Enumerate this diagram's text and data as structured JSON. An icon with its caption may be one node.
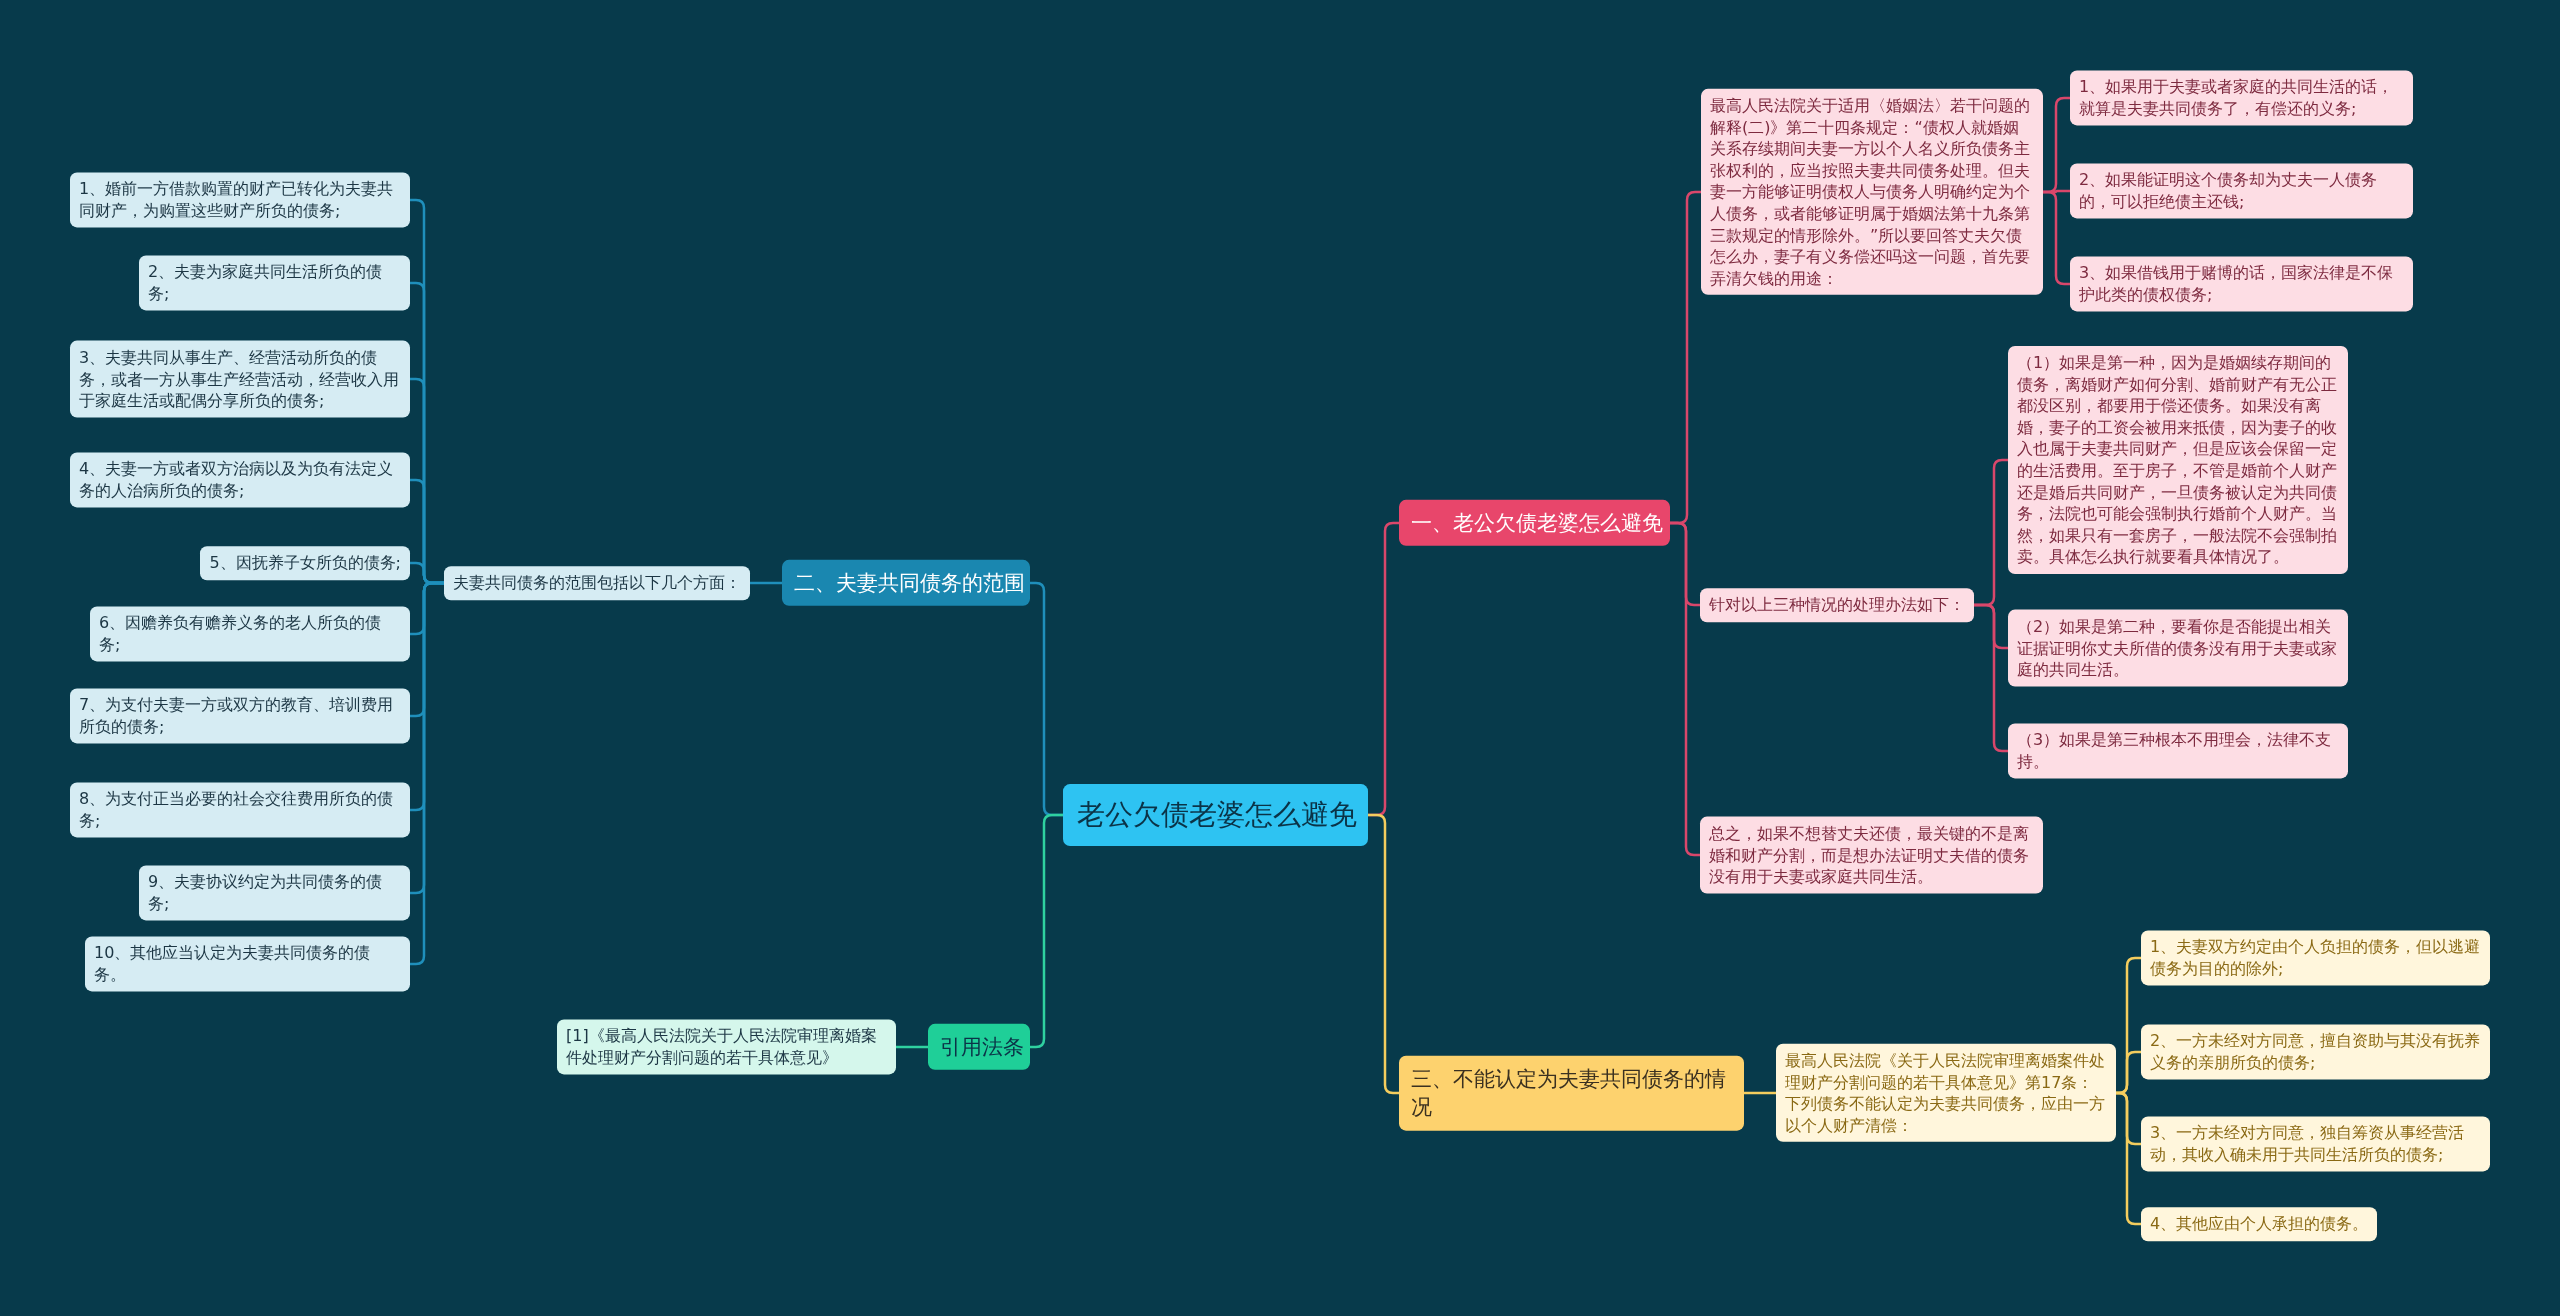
{
  "diagram": {
    "nodes": [
      {
        "text": [
          "老公欠债老婆怎么避免"
        ]
      },
      {
        "text": [
          "一、老公欠债老婆怎么避免"
        ]
      },
      {
        "text": [
          "最高人民法院关于适用〈婚姻法〉若干问题的解释(二)》第二十四条规定：“债权人就婚姻关系存续期间夫妻一方以个人名义所负债务主张权利的，应当按照夫妻共同债务处理。但夫妻一方能够证明债权人与债务人明确约定为个人债务，或者能够证明属于婚姻法第十九条第三款规定的情形除外。”所以要回答丈夫欠债怎么办，妻子有义务偿还吗这一问题，首先要弄清欠钱的用途："
        ]
      },
      {
        "text": [
          "1、如果用于夫妻或者家庭的共同生活的话，就算是夫妻共同债务了，有偿还的义务;"
        ]
      },
      {
        "text": [
          "2、如果能证明这个债务却为丈夫一人债务的，可以拒绝债主还钱;"
        ]
      },
      {
        "text": [
          "3、如果借钱用于赌博的话，国家法律是不保护此类的债权债务;"
        ]
      },
      {
        "text": [
          "针对以上三种情况的处理办法如下："
        ]
      },
      {
        "text": [
          "（1）如果是第一种，因为是婚姻续存期间的债务，离婚财产如何分割、婚前财产有无公正都没区别，都要用于偿还债务。如果没有离婚，妻子的工资会被用来抵债，因为妻子的收入也属于夫妻共同财产，但是应该会保留一定的生活费用。至于房子，不管是婚前个人财产还是婚后共同财产，一旦债务被认定为共同债务，法院也可能会强制执行婚前个人财产。当然，如果只有一套房子，一般法院不会强制拍卖。具体怎么执行就要看具体情况了。"
        ]
      },
      {
        "text": [
          "（2）如果是第二种，要看你是否能提出相关证据证明你丈夫所借的债务没有用于夫妻或家庭的共同生活。"
        ]
      },
      {
        "text": [
          "（3）如果是第三种根本不用理会，法律不支持。"
        ]
      },
      {
        "text": [
          "总之，如果不想替丈夫还债，最关键的不是离婚和财产分割，而是想办法证明丈夫借的债务没有用于夫妻或家庭共同生活。"
        ]
      },
      {
        "text": [
          "三、不能认定为夫妻共同债务的情况"
        ]
      },
      {
        "text": [
          "最高人民法院《关于人民法院审理离婚案件处理财产分割问题的若干具体意见》第17条：下列债务不能认定为夫妻共同债务，应由一方以个人财产清偿："
        ]
      },
      {
        "text": [
          "1、夫妻双方约定由个人负担的债务，但以逃避债务为目的的除外;"
        ]
      },
      {
        "text": [
          "2、一方未经对方同意，擅自资助与其没有抚养义务的亲朋所负的债务;"
        ]
      },
      {
        "text": [
          "3、一方未经对方同意，独自筹资从事经营活动，其收入确未用于共同生活所负的债务;"
        ]
      },
      {
        "text": [
          "4、其他应由个人承担的债务。"
        ]
      },
      {
        "text": [
          "二、夫妻共同债务的范围"
        ]
      },
      {
        "text": [
          "夫妻共同债务的范围包括以下几个方面："
        ]
      },
      {
        "text": [
          "1、婚前一方借款购置的财产已转化为夫妻共同财产，为购置这些财产所负的债务;"
        ]
      },
      {
        "text": [
          "2、夫妻为家庭共同生活所负的债务;"
        ]
      },
      {
        "text": [
          "3、夫妻共同从事生产、经营活动所负的债务，或者一方从事生产经营活动，经营收入用于家庭生活或配偶分享所负的债务;"
        ]
      },
      {
        "text": [
          "4、夫妻一方或者双方治病以及为负有法定义务的人治病所负的债务;"
        ]
      },
      {
        "text": [
          "5、因抚养子女所负的债务;"
        ]
      },
      {
        "text": [
          "6、因赡养负有赡养义务的老人所负的债务;"
        ]
      },
      {
        "text": [
          "7、为支付夫妻一方或双方的教育、培训费用所负的债务;"
        ]
      },
      {
        "text": [
          "8、为支付正当必要的社会交往费用所负的债务;"
        ]
      },
      {
        "text": [
          "9、夫妻协议约定为共同债务的债务;"
        ]
      },
      {
        "text": [
          "10、其他应当认定为夫妻共同债务的债务。"
        ]
      },
      {
        "text": [
          "引用法条"
        ]
      },
      {
        "text": [
          "[1]《最高人民法院关于人民法院审理离婚案件处理财产分割问题的若干具体意见》"
        ]
      }
    ],
    "edges": [
      {
        "from": 0,
        "to": 1,
        "arrow": "none",
        "color": "#d9476b"
      },
      {
        "from": 1,
        "to": 2,
        "arrow": "none",
        "color": "#d9476b"
      },
      {
        "from": 2,
        "to": 3,
        "arrow": "none",
        "color": "#d9476b"
      },
      {
        "from": 2,
        "to": 4,
        "arrow": "none",
        "color": "#d9476b"
      },
      {
        "from": 2,
        "to": 5,
        "arrow": "none",
        "color": "#d9476b"
      },
      {
        "from": 1,
        "to": 6,
        "arrow": "none",
        "color": "#d9476b"
      },
      {
        "from": 6,
        "to": 7,
        "arrow": "none",
        "color": "#d9476b"
      },
      {
        "from": 6,
        "to": 8,
        "arrow": "none",
        "color": "#d9476b"
      },
      {
        "from": 6,
        "to": 9,
        "arrow": "none",
        "color": "#d9476b"
      },
      {
        "from": 1,
        "to": 10,
        "arrow": "none",
        "color": "#d9476b"
      },
      {
        "from": 0,
        "to": 11,
        "arrow": "none",
        "color": "#f4cd5e"
      },
      {
        "from": 11,
        "to": 12,
        "arrow": "none",
        "color": "#f4cd5e"
      },
      {
        "from": 12,
        "to": 13,
        "arrow": "none",
        "color": "#f4cd5e"
      },
      {
        "from": 12,
        "to": 14,
        "arrow": "none",
        "color": "#f4cd5e"
      },
      {
        "from": 12,
        "to": 15,
        "arrow": "none",
        "color": "#f4cd5e"
      },
      {
        "from": 12,
        "to": 16,
        "arrow": "none",
        "color": "#f4cd5e"
      },
      {
        "from": 0,
        "to": 17,
        "arrow": "none"
      },
      {
        "from": 17,
        "to": 18,
        "arrow": "none"
      },
      {
        "from": 18,
        "to": 19,
        "arrow": "none"
      },
      {
        "from": 18,
        "to": 20,
        "arrow": "none"
      },
      {
        "from": 18,
        "to": 21,
        "arrow": "none"
      },
      {
        "from": 18,
        "to": 22,
        "arrow": "none"
      },
      {
        "from": 18,
        "to": 23,
        "arrow": "none"
      },
      {
        "from": 18,
        "to": 24,
        "arrow": "none"
      },
      {
        "from": 18,
        "to": 25,
        "arrow": "none"
      },
      {
        "from": 18,
        "to": 26,
        "arrow": "none"
      },
      {
        "from": 18,
        "to": 27,
        "arrow": "none"
      },
      {
        "from": 18,
        "to": 28,
        "arrow": "none"
      },
      {
        "from": 0,
        "to": 29,
        "arrow": "none",
        "color": "#2fd1a0"
      },
      {
        "from": 29,
        "to": 30,
        "arrow": "none",
        "color": "#2fd1a0"
      }
    ]
  }
}
